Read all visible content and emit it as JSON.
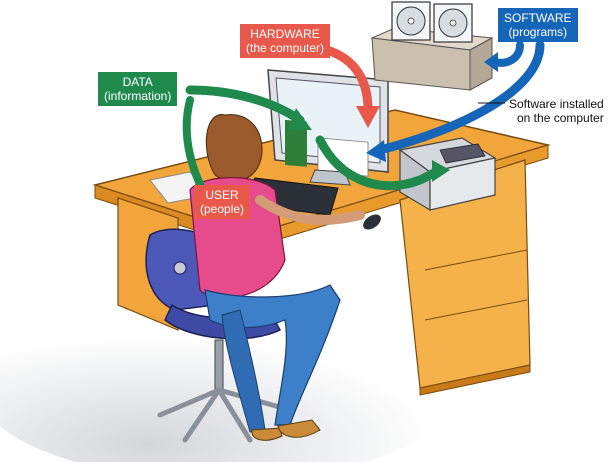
{
  "labels": {
    "hardware": {
      "line1": "HARDWARE",
      "line2": "(the computer)"
    },
    "data": {
      "line1": "DATA",
      "line2": "(information)"
    },
    "software": {
      "line1": "SOFTWARE",
      "line2": "(programs)"
    },
    "user": {
      "line1": "USER",
      "line2": "(people)"
    },
    "installed": {
      "line1": "Software installed",
      "line2": "on the computer"
    }
  },
  "colors": {
    "hardware": "#e8584b",
    "data": "#1f8a4c",
    "software": "#1565b8",
    "user": "#e8584b",
    "desk": "#f2a53a"
  },
  "icons": [
    "software-disc-icon",
    "arrow-hardware-icon",
    "arrow-data-icon",
    "arrow-software-icon"
  ]
}
